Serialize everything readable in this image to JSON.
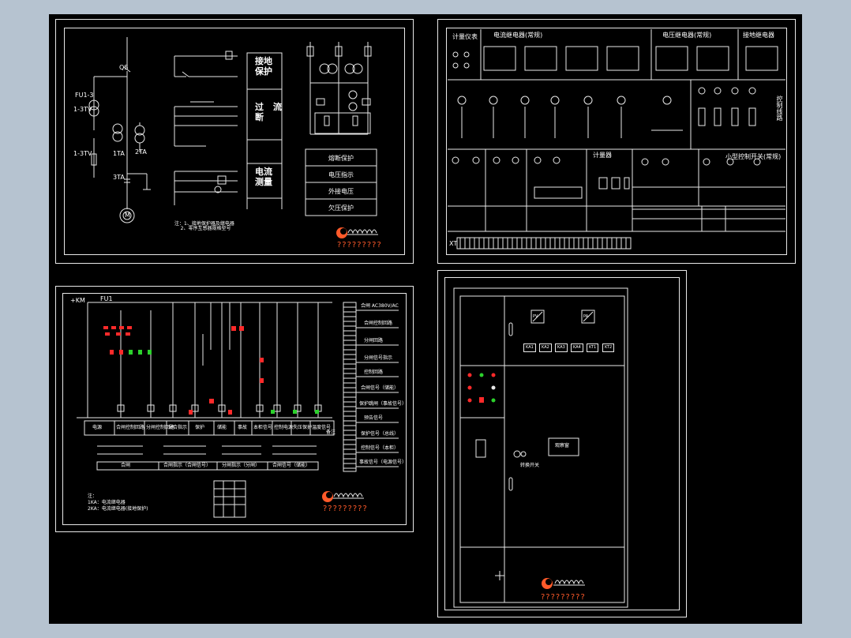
{
  "sheet1": {
    "right_boxes": [
      {
        "line1": "接地",
        "line2": "保护"
      },
      {
        "line1": "过",
        "line2": "断",
        "line3": "流"
      },
      {
        "line1": "电流",
        "line2": "测量"
      }
    ],
    "legend_rows": [
      "熔断保护",
      "电压指示",
      "外接电压",
      "欠压保护"
    ],
    "labels": {
      "qs": "QS",
      "fu": "FU1-3",
      "tv": "1-3TV",
      "tm": "1-3TV",
      "m": "M",
      "ta1": "1TA",
      "ta2": "2TA",
      "ta3": "3TA",
      "note": "注：1、接地保护器及继电器\n    2、零序互感器规格型号"
    },
    "logo_text": "?????????"
  },
  "sheet2": {
    "headers": [
      "计量仪表",
      "电流继电器(常规)",
      "电压继电器(常规)",
      "接地继电器"
    ],
    "mid_label": "控制线路",
    "sub_header": "计量器",
    "sub_header2": "小型控制开关(常规)",
    "footer_prefix": "XT"
  },
  "sheet3": {
    "top_labels": [
      "+KM",
      "FU1"
    ],
    "bottom_headers": [
      "电源",
      "合闸控制回路",
      "分闸控制回路",
      "分合指示",
      "保护",
      "储能",
      "事故",
      "本柜信号",
      "控制电源",
      "失压保护",
      "温度信号",
      "备注"
    ],
    "right_labels": [
      "合闸 AC380V/AC",
      "合闸控制回路",
      "分闸回路",
      "分闸信号指示",
      "控制回路",
      "合闸信号（储能）",
      "保护跳闸（事故信号）",
      "预告信号",
      "保护信号（总线）",
      "控制信号（本柜）",
      "事故信号（电源信号）"
    ],
    "bottom_row": [
      "合闸",
      "合闸指示（合闸信号）",
      "分闸指示（分闸）",
      "合闸信号（储能）"
    ],
    "note": "注：\n1KA：电流继电器\n2KA：电流继电器(接地保护)",
    "logo_text": "?????????"
  },
  "sheet4": {
    "meters": [
      "PV",
      "PA"
    ],
    "relay_labels": [
      "KA1",
      "KA2",
      "KA3",
      "KA4",
      "KT1",
      "KT2"
    ],
    "window_label": "观察窗",
    "knob_label": "转换开关",
    "logo_text": "?????????"
  },
  "colors": {
    "bg": "#000000",
    "line": "#e8e8e8",
    "red": "#ff2a2a",
    "green": "#2cd12c",
    "logo": "#ff5a2a",
    "desktop": "#b6c3d0"
  }
}
